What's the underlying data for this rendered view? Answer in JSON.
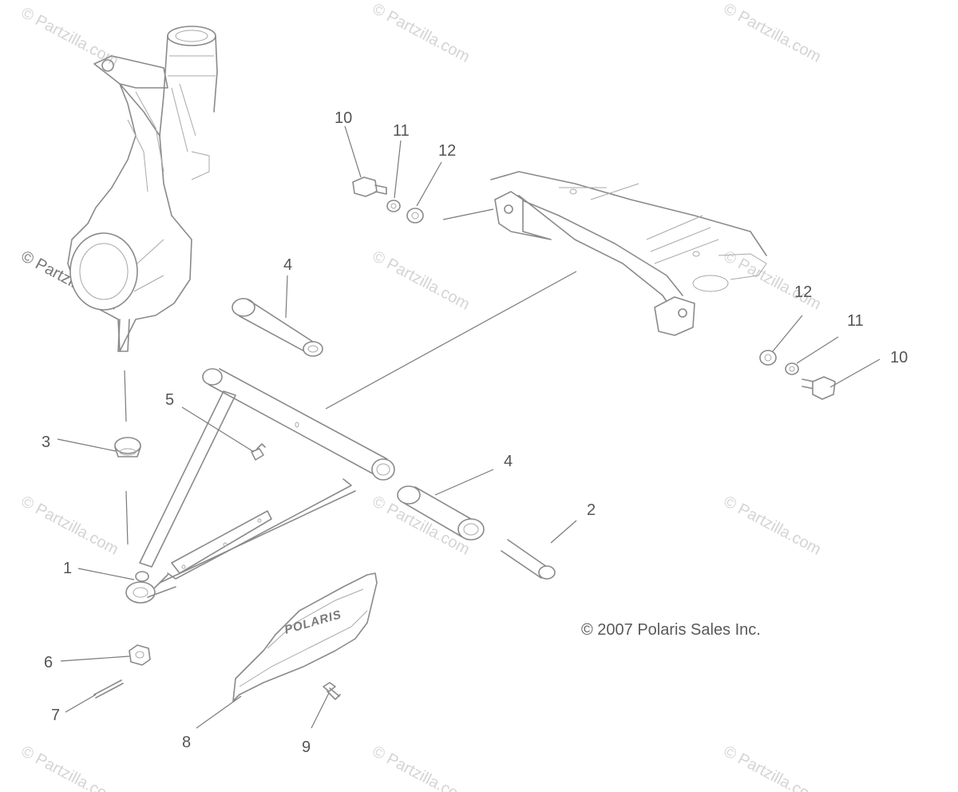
{
  "watermark_text": "© Partzilla.com",
  "copyright": "© 2007 Polaris Sales Inc.",
  "logo_text": "POLARIS",
  "colors": {
    "line": "#8a8a8a",
    "label": "#555555",
    "watermark": "#d4d4d4"
  },
  "callouts": [
    {
      "id": "c10-top",
      "number": "10"
    },
    {
      "id": "c11-top",
      "number": "11"
    },
    {
      "id": "c12-top",
      "number": "12"
    },
    {
      "id": "c4-top",
      "number": "4"
    },
    {
      "id": "c12-right",
      "number": "12"
    },
    {
      "id": "c11-right",
      "number": "11"
    },
    {
      "id": "c10-right",
      "number": "10"
    },
    {
      "id": "c5",
      "number": "5"
    },
    {
      "id": "c3",
      "number": "3"
    },
    {
      "id": "c4-mid",
      "number": "4"
    },
    {
      "id": "c2",
      "number": "2"
    },
    {
      "id": "c1",
      "number": "1"
    },
    {
      "id": "c6",
      "number": "6"
    },
    {
      "id": "c7",
      "number": "7"
    },
    {
      "id": "c8",
      "number": "8"
    },
    {
      "id": "c9",
      "number": "9"
    }
  ]
}
